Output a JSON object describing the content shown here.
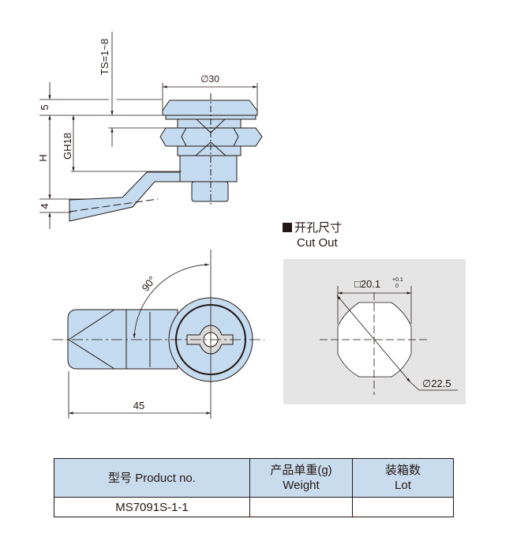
{
  "side_view": {
    "dim_diameter": "∅30",
    "dim_ts": "TS=1~8",
    "dim_5": "5",
    "dim_h": "H",
    "dim_gh": "GH18",
    "dim_4": "4"
  },
  "front_view": {
    "dim_angle": "90°",
    "dim_width": "45"
  },
  "cutout": {
    "title_cn": "开孔尺寸",
    "title_en": "Cut Out",
    "dim_square": "□20.1",
    "tol_upper": "+0.1",
    "tol_lower": "0",
    "dim_diameter": "∅22.5",
    "bg_color": "#e5e5e5"
  },
  "colors": {
    "part_fill": "#c5dbf0",
    "table_header": "#c9dcee"
  },
  "table": {
    "headers": [
      {
        "cn": "型号 Product no.",
        "en": ""
      },
      {
        "cn": "产品单重(g)",
        "en": "Weight"
      },
      {
        "cn": "装箱数",
        "en": "Lot"
      }
    ],
    "rows": [
      [
        "MS7091S-1-1",
        "",
        ""
      ]
    ]
  }
}
